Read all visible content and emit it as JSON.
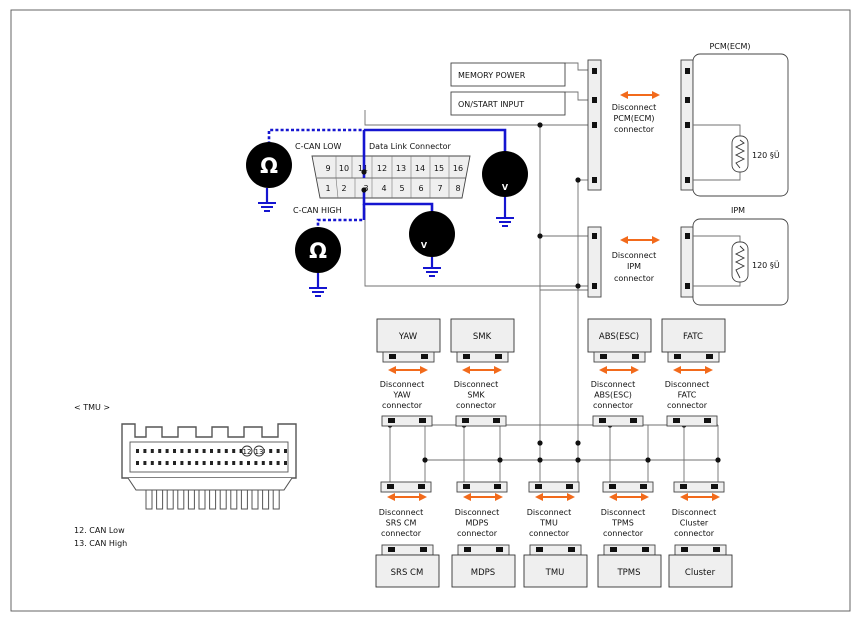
{
  "data_link_connector": {
    "title": "Data Link Connector",
    "top_pins": [
      "9",
      "10",
      "11",
      "12",
      "13",
      "14",
      "15",
      "16"
    ],
    "bottom_pins": [
      "1",
      "2",
      "3",
      "4",
      "5",
      "6",
      "7",
      "8"
    ]
  },
  "meters": {
    "c_can_low": "C-CAN LOW",
    "c_can_high": "C-CAN HIGH",
    "ohm_symbol": "Ω",
    "volt_symbol": "V"
  },
  "inputs": {
    "memory_power": "MEMORY POWER",
    "on_start_input": "ON/START INPUT"
  },
  "pcm": {
    "title": "PCM(ECM)",
    "resistor": "120 §Ü",
    "disconnect": [
      "Disconnect",
      "PCM(ECM)",
      "connector"
    ]
  },
  "ipm": {
    "title": "IPM",
    "resistor": "120 §Ü",
    "disconnect": [
      "Disconnect",
      "IPM",
      "connector"
    ]
  },
  "top_modules": [
    {
      "name": "YAW",
      "disconnect": [
        "Disconnect",
        "YAW",
        "connector"
      ]
    },
    {
      "name": "SMK",
      "disconnect": [
        "Disconnect",
        "SMK",
        "connector"
      ]
    },
    {
      "name": "ABS(ESC)",
      "disconnect": [
        "Disconnect",
        "ABS(ESC)",
        "connector"
      ]
    },
    {
      "name": "FATC",
      "disconnect": [
        "Disconnect",
        "FATC",
        "connector"
      ]
    }
  ],
  "bottom_modules": [
    {
      "name": "SRS CM",
      "disconnect": [
        "Disconnect",
        "SRS CM",
        "connector"
      ]
    },
    {
      "name": "MDPS",
      "disconnect": [
        "Disconnect",
        "MDPS",
        "connector"
      ]
    },
    {
      "name": "TMU",
      "disconnect": [
        "Disconnect",
        "TMU",
        "connector"
      ]
    },
    {
      "name": "TPMS",
      "disconnect": [
        "Disconnect",
        "TPMS",
        "connector"
      ]
    },
    {
      "name": "Cluster",
      "disconnect": [
        "Disconnect",
        "Cluster",
        "connector"
      ]
    }
  ],
  "tmu_connector": {
    "title": "< TMU  >",
    "pin_12": "12",
    "pin_13": "13",
    "legend": [
      "12. CAN Low",
      "13. CAN High"
    ]
  },
  "colors": {
    "can_wire": "#1515d0",
    "disconnect_arrow": "#f26a1b",
    "meter_fill": "#000000"
  }
}
